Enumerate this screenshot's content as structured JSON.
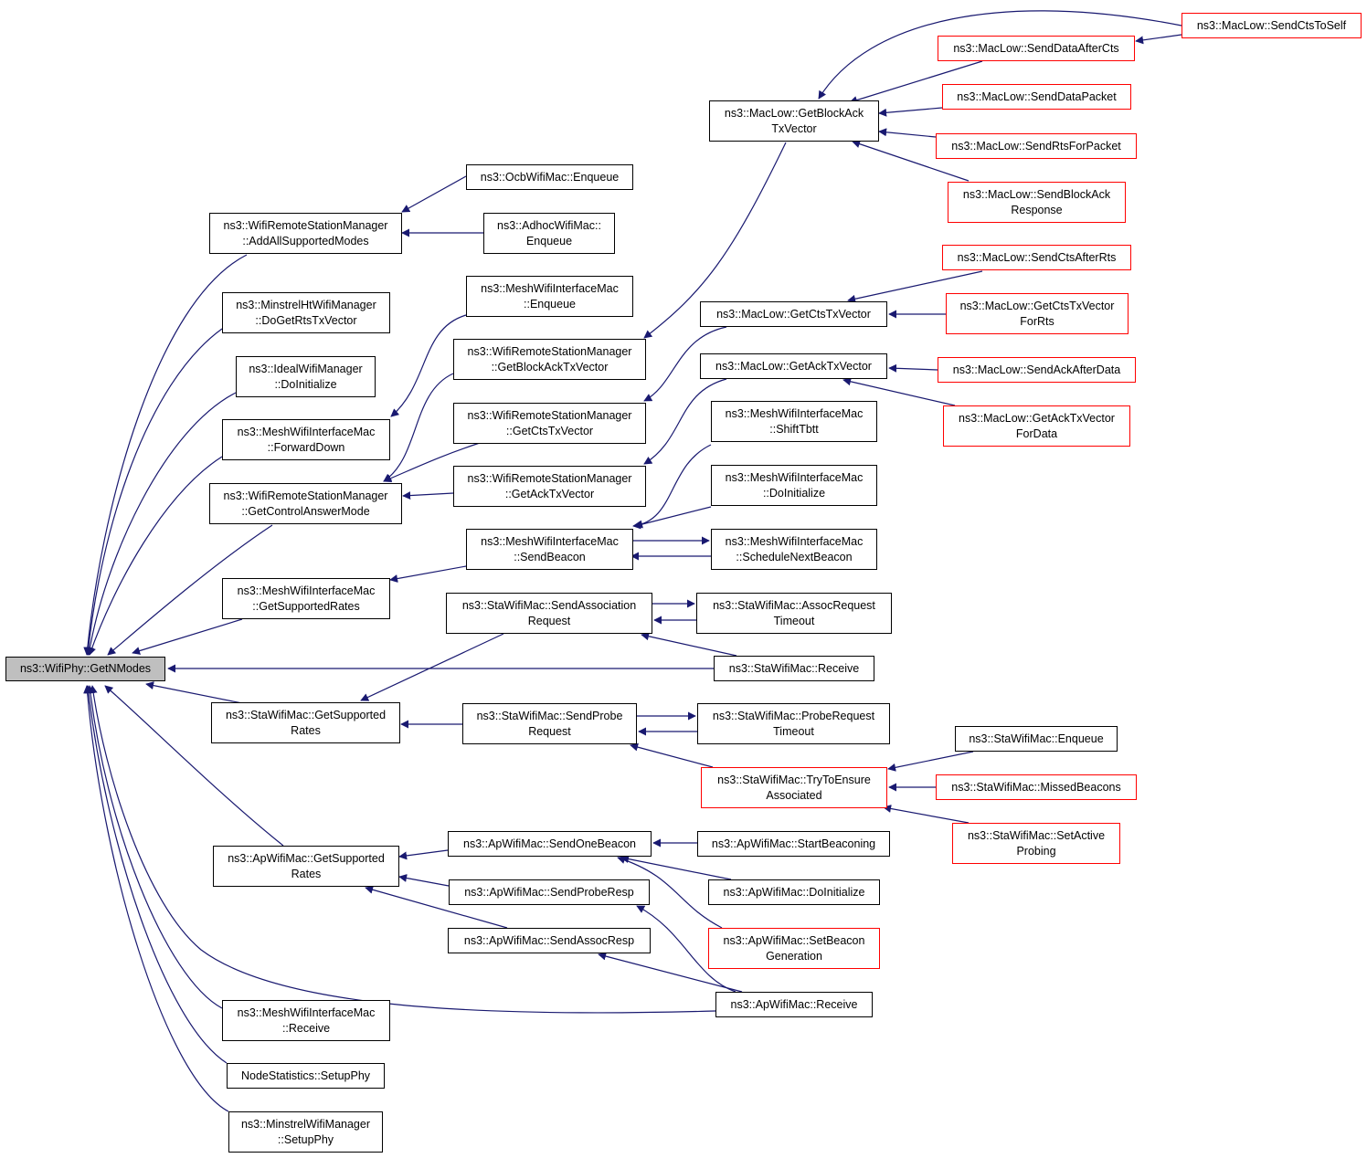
{
  "colors": {
    "edge": "#191970",
    "node_border": "#000000",
    "truncated_border": "#ff0000",
    "root_fill": "#bfbfbf"
  },
  "nodes": {
    "getnmodes": {
      "label": "ns3::WifiPhy::GetNModes",
      "root": true
    },
    "addallsupportedmodes": {
      "label": "ns3::WifiRemoteStationManager\n::AddAllSupportedModes"
    },
    "dogetrtstxvector": {
      "label": "ns3::MinstrelHtWifiManager\n::DoGetRtsTxVector"
    },
    "idealdoinitialize": {
      "label": "ns3::IdealWifiManager\n::DoInitialize"
    },
    "forwarddown": {
      "label": "ns3::MeshWifiInterfaceMac\n::ForwardDown"
    },
    "getcontrolanswermode": {
      "label": "ns3::WifiRemoteStationManager\n::GetControlAnswerMode"
    },
    "meshgetsupportedrates": {
      "label": "ns3::MeshWifiInterfaceMac\n::GetSupportedRates"
    },
    "stagetsupportedrates": {
      "label": "ns3::StaWifiMac::GetSupported\nRates"
    },
    "apgetsupportedrates": {
      "label": "ns3::ApWifiMac::GetSupported\nRates"
    },
    "meshreceive": {
      "label": "ns3::MeshWifiInterfaceMac\n::Receive"
    },
    "nodestatssetupphy": {
      "label": "NodeStatistics::SetupPhy"
    },
    "minstrelsetupphy": {
      "label": "ns3::MinstrelWifiManager\n::SetupPhy"
    },
    "ocbenqueue": {
      "label": "ns3::OcbWifiMac::Enqueue"
    },
    "adhocenqueue": {
      "label": "ns3::AdhocWifiMac::\nEnqueue"
    },
    "meshenqueue": {
      "label": "ns3::MeshWifiInterfaceMac\n::Enqueue"
    },
    "wrsmgetblockacktxvector": {
      "label": "ns3::WifiRemoteStationManager\n::GetBlockAckTxVector"
    },
    "wrsmgetctstxvector": {
      "label": "ns3::WifiRemoteStationManager\n::GetCtsTxVector"
    },
    "wrsmgetacktxvector": {
      "label": "ns3::WifiRemoteStationManager\n::GetAckTxVector"
    },
    "meshsendbeacon": {
      "label": "ns3::MeshWifiInterfaceMac\n::SendBeacon"
    },
    "stasendassocreq": {
      "label": "ns3::StaWifiMac::SendAssociation\nRequest"
    },
    "stasendprobereq": {
      "label": "ns3::StaWifiMac::SendProbe\nRequest"
    },
    "apsendonebeacon": {
      "label": "ns3::ApWifiMac::SendOneBeacon"
    },
    "apsendproberesp": {
      "label": "ns3::ApWifiMac::SendProbeResp"
    },
    "apsendassocresp": {
      "label": "ns3::ApWifiMac::SendAssocResp"
    },
    "maclowgetblockacktxvector": {
      "label": "ns3::MacLow::GetBlockAck\nTxVector"
    },
    "maclowgetctstxvector": {
      "label": "ns3::MacLow::GetCtsTxVector"
    },
    "maclowgetacktxvector": {
      "label": "ns3::MacLow::GetAckTxVector"
    },
    "meshshifttbtt": {
      "label": "ns3::MeshWifiInterfaceMac\n::ShiftTbtt"
    },
    "meshdoinitialize": {
      "label": "ns3::MeshWifiInterfaceMac\n::DoInitialize"
    },
    "meshschedulenextbeacon": {
      "label": "ns3::MeshWifiInterfaceMac\n::ScheduleNextBeacon"
    },
    "staassocrequesttimeout": {
      "label": "ns3::StaWifiMac::AssocRequest\nTimeout"
    },
    "stareceive": {
      "label": "ns3::StaWifiMac::Receive"
    },
    "staproberequesttimeout": {
      "label": "ns3::StaWifiMac::ProbeRequest\nTimeout"
    },
    "statrytoensure": {
      "label": "ns3::StaWifiMac::TryToEnsure\nAssociated",
      "red": true
    },
    "apstartbeaconing": {
      "label": "ns3::ApWifiMac::StartBeaconing"
    },
    "apdoinitialize": {
      "label": "ns3::ApWifiMac::DoInitialize"
    },
    "apsetbeacongeneration": {
      "label": "ns3::ApWifiMac::SetBeacon\nGeneration",
      "red": true
    },
    "apreceive": {
      "label": "ns3::ApWifiMac::Receive"
    },
    "sendctstoself": {
      "label": "ns3::MacLow::SendCtsToSelf",
      "red": true
    },
    "senddataafterctss": {
      "label": "ns3::MacLow::SendDataAfterCts",
      "red": true
    },
    "senddatapacket": {
      "label": "ns3::MacLow::SendDataPacket",
      "red": true
    },
    "sendrtsforpacket": {
      "label": "ns3::MacLow::SendRtsForPacket",
      "red": true
    },
    "sendblockackresponse": {
      "label": "ns3::MacLow::SendBlockAck\nResponse",
      "red": true
    },
    "sendctsafterrts": {
      "label": "ns3::MacLow::SendCtsAfterRts",
      "red": true
    },
    "getctstxvectorforrts": {
      "label": "ns3::MacLow::GetCtsTxVector\nForRts",
      "red": true
    },
    "sendackafterdata": {
      "label": "ns3::MacLow::SendAckAfterData",
      "red": true
    },
    "getacktxvectorfordata": {
      "label": "ns3::MacLow::GetAckTxVector\nForData",
      "red": true
    },
    "staenqueue": {
      "label": "ns3::StaWifiMac::Enqueue"
    },
    "stamissedbeacons": {
      "label": "ns3::StaWifiMac::MissedBeacons",
      "red": true
    },
    "stasetactiveprobing": {
      "label": "ns3::StaWifiMac::SetActive\nProbing",
      "red": true
    }
  }
}
